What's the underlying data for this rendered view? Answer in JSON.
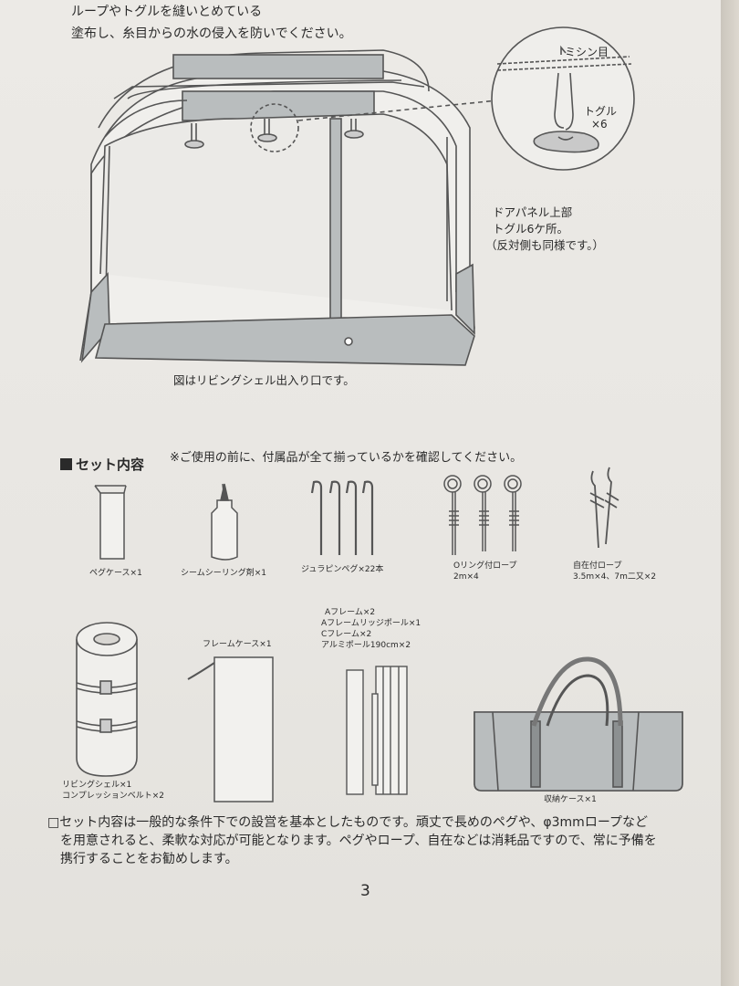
{
  "intro": {
    "line1": "ループやトグルを縫いとめている",
    "line2": "塗布し、糸目からの水の侵入を防いでください。"
  },
  "diagram": {
    "callout_seam": "ミシン目",
    "callout_toggle": "トグル",
    "callout_toggle_count": "×6",
    "door_note": [
      "ドアパネル上部",
      "トグル6ケ所。",
      "（反対側も同様です。）"
    ],
    "caption": "図はリビングシェル出入り口です。"
  },
  "set_contents": {
    "heading": "セット内容",
    "note": "※ご使用の前に、付属品が全て揃っているかを確認してください。",
    "items": [
      {
        "icon": "peg-case-icon",
        "label": [
          "ペグケース×1"
        ]
      },
      {
        "icon": "seam-sealant-bottle-icon",
        "label": [
          "シームシーリング剤×1"
        ]
      },
      {
        "icon": "duralumin-peg-icon",
        "label": [
          "ジュラピンペグ×22本"
        ]
      },
      {
        "icon": "o-ring-rope-icon",
        "label": [
          "Oリング付ロープ",
          "2m×4"
        ]
      },
      {
        "icon": "tensioner-rope-icon",
        "label": [
          "自在付ロープ",
          "3.5m×4、7m二又×2"
        ]
      },
      {
        "icon": "rolled-shell-icon",
        "label": [
          "リビングシェル×1",
          "コンプレッションベルト×2"
        ]
      },
      {
        "icon": "frame-case-icon",
        "label": [
          "フレームケース×1"
        ]
      },
      {
        "icon": "frame-poles-icon",
        "label": [
          "Aフレーム×2",
          "Aフレームリッジポール×1",
          "Cフレーム×2",
          "アルミポール190cm×2"
        ]
      },
      {
        "icon": "storage-bag-icon",
        "label": [
          "収納ケース×1"
        ]
      }
    ]
  },
  "footer_note": [
    "□セット内容は一般的な条件下での設営を基本としたものです。頑丈で長めのペグや、φ3mmロープなど",
    "を用意されると、柔軟な対応が可能となります。ペグやロープ、自在などは消耗品ですので、常に予備を",
    "携行することをお勧めします。"
  ],
  "page_number": "3"
}
